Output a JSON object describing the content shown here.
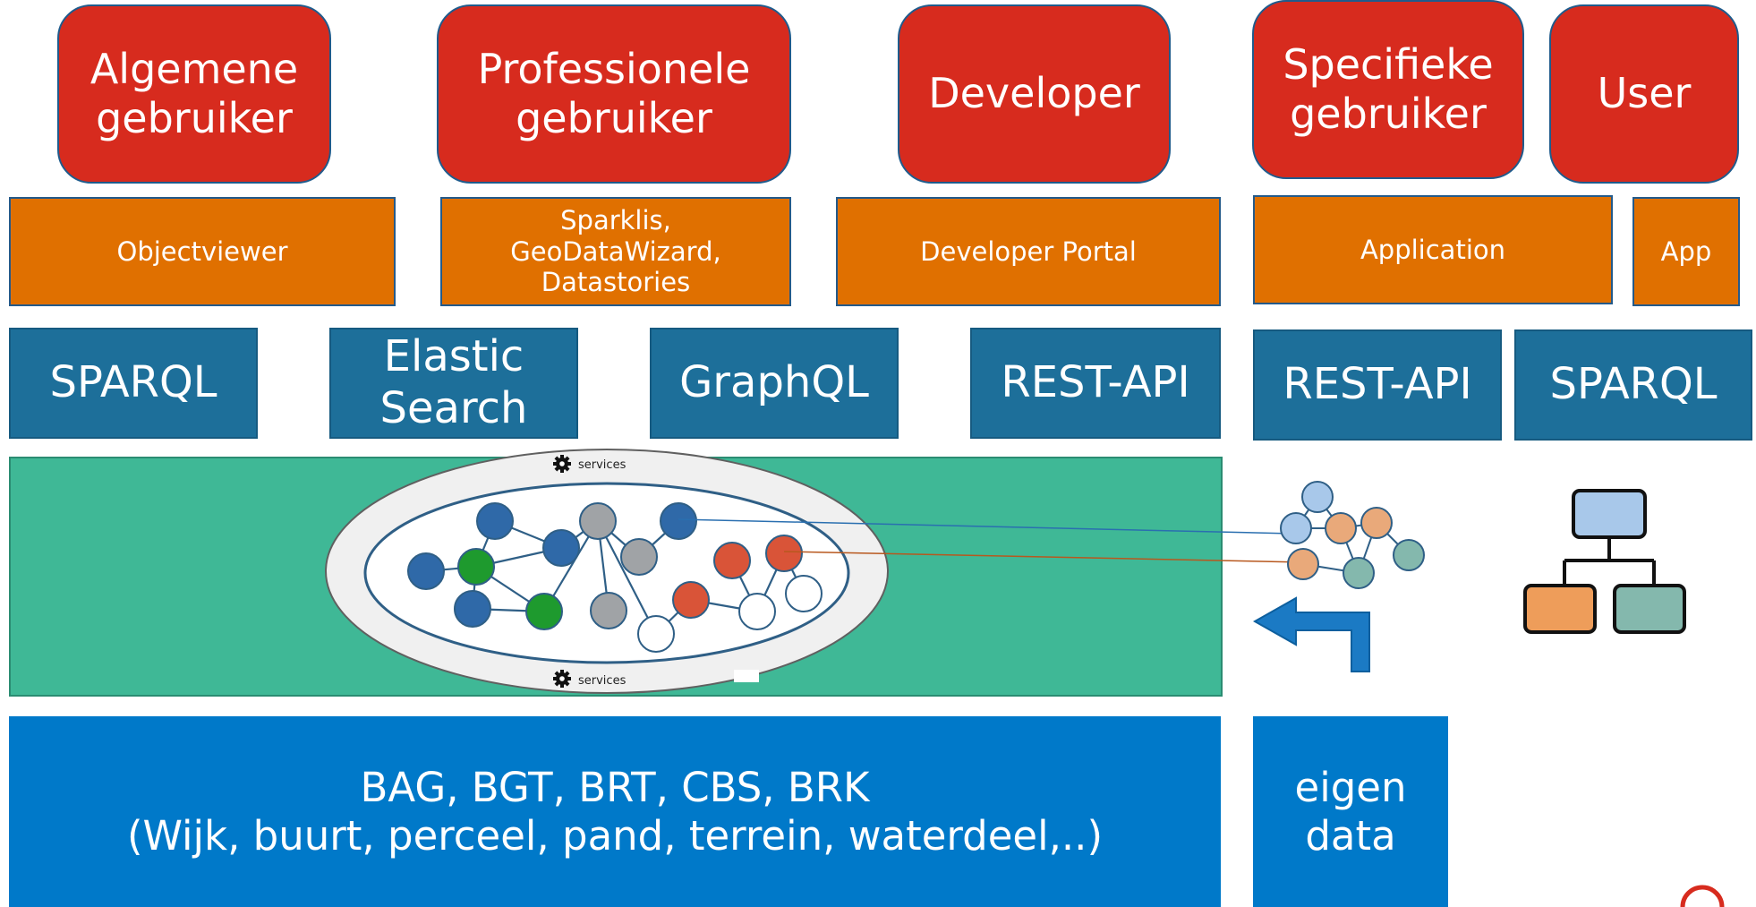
{
  "users": {
    "algemene": "Algemene\ngebruiker",
    "professionele": "Professionele\ngebruiker",
    "developer": "Developer",
    "specifieke": "Specifieke\ngebruiker",
    "user": "User"
  },
  "apps": {
    "objectviewer": "Objectviewer",
    "sparklis": "Sparklis,\nGeoDataWizard,\nDatastories",
    "developer_portal": "Developer Portal",
    "application": "Application",
    "app": "App"
  },
  "apis": {
    "sparql_1": "SPARQL",
    "elastic": "Elastic\nSearch",
    "graphql": "GraphQL",
    "rest_1": "REST-API",
    "rest_2": "REST-API",
    "sparql_2": "SPARQL"
  },
  "services": {
    "top": "services",
    "bottom": "services"
  },
  "data": {
    "main": "BAG, BGT, BRT, CBS, BRK\n(Wijk, buurt, perceel, pand, terrein, waterdeel,..)",
    "eigen": "eigen\ndata"
  },
  "colors": {
    "user_red": "#d72b1e",
    "app_orange": "#e07000",
    "api_blue": "#1d6f9a",
    "platform_green": "#3fb896",
    "data_blue": "#0079c9"
  }
}
